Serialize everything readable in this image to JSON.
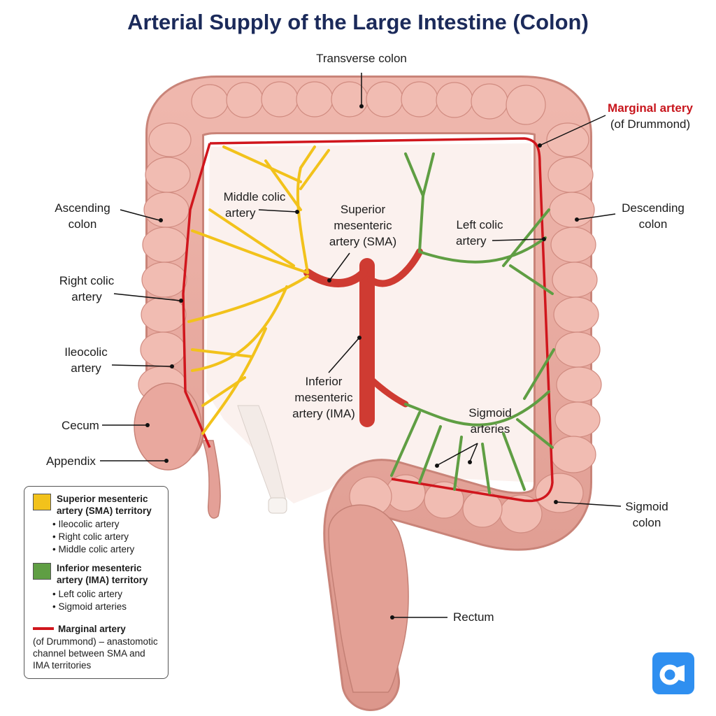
{
  "title": "Arterial Supply of the Large Intestine (Colon)",
  "labels": {
    "transverse_colon": "Transverse colon",
    "marginal_artery": {
      "line1": "Marginal artery",
      "line2": "(of Drummond)"
    },
    "ascending_colon": {
      "line1": "Ascending",
      "line2": "colon"
    },
    "descending_colon": {
      "line1": "Descending",
      "line2": "colon"
    },
    "middle_colic": {
      "line1": "Middle colic",
      "line2": "artery"
    },
    "sma": {
      "line1": "Superior",
      "line2": "mesenteric",
      "line3": "artery (SMA)"
    },
    "left_colic": {
      "line1": "Left colic",
      "line2": "artery"
    },
    "right_colic": {
      "line1": "Right colic",
      "line2": "artery"
    },
    "ileocolic": {
      "line1": "Ileocolic",
      "line2": "artery"
    },
    "ima": {
      "line1": "Inferior",
      "line2": "mesenteric",
      "line3": "artery (IMA)"
    },
    "cecum": "Cecum",
    "appendix": "Appendix",
    "sigmoid_arteries": {
      "line1": "Sigmoid",
      "line2": "arteries"
    },
    "sigmoid_colon": {
      "line1": "Sigmoid",
      "line2": "colon"
    },
    "rectum": "Rectum"
  },
  "legend": {
    "sma": {
      "color": "#f2c21b",
      "heading1": "Superior mesenteric",
      "heading2": "artery (SMA) territory",
      "items": [
        "• Ileocolic artery",
        "• Right colic artery",
        "• Middle colic artery"
      ]
    },
    "ima": {
      "color": "#5f9e43",
      "heading1": "Inferior mesenteric",
      "heading2": "artery (IMA) territory",
      "items": [
        "• Left colic artery",
        "• Sigmoid arteries"
      ]
    },
    "marginal": {
      "color": "#d0161d",
      "heading": "Marginal artery",
      "text1": "(of Drummond) – anastomotic",
      "text2": "channel between SMA and",
      "text3": "IMA territories"
    }
  },
  "colors": {
    "title": "#1b2a5a",
    "colon": "#e6a59c",
    "colon_edge": "#c98479",
    "artery": "#cf3b32",
    "sma_branch": "#f2c21b",
    "ima_branch": "#5f9e43",
    "marginal": "#d0161d"
  }
}
